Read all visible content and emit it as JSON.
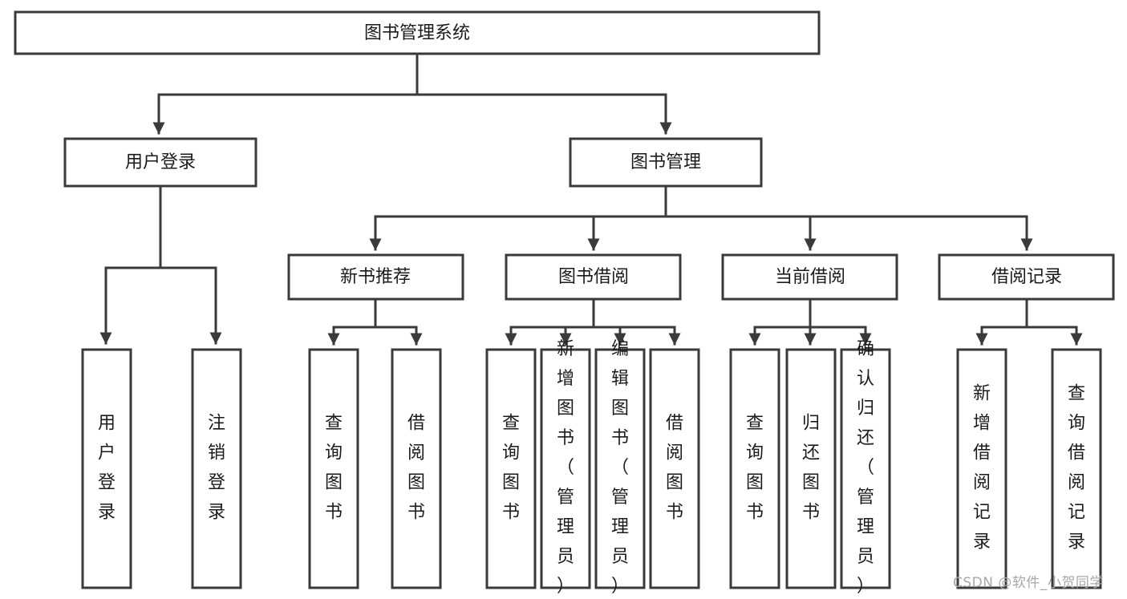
{
  "diagram": {
    "title": "图书管理系统",
    "type": "hierarchy-tree",
    "root": {
      "label": "图书管理系统"
    },
    "level2": [
      {
        "label": "用户登录"
      },
      {
        "label": "图书管理"
      }
    ],
    "level3": [
      {
        "label": "新书推荐"
      },
      {
        "label": "图书借阅"
      },
      {
        "label": "当前借阅"
      },
      {
        "label": "借阅记录"
      }
    ],
    "leaves": {
      "user_login": [
        {
          "label": "用户登录"
        },
        {
          "label": "注销登录"
        }
      ],
      "new_book_recommend": [
        {
          "label": "查询图书"
        },
        {
          "label": "借阅图书"
        }
      ],
      "book_borrow": [
        {
          "label": "查询图书"
        },
        {
          "label": "新增图书（管理员）"
        },
        {
          "label": "编辑图书（管理员）"
        },
        {
          "label": "借阅图书"
        }
      ],
      "current_borrow": [
        {
          "label": "查询图书"
        },
        {
          "label": "归还图书"
        },
        {
          "label": "确认归还（管理员）"
        }
      ],
      "borrow_record": [
        {
          "label": "新增借阅记录"
        },
        {
          "label": "查询借阅记录"
        }
      ]
    }
  },
  "watermark": {
    "text": "CSDN @软件_小贺同学"
  },
  "colors": {
    "stroke": "#3a3a3a",
    "fill": "#ffffff",
    "text": "#1b1b1b",
    "watermark": "#a8a8a8",
    "background": "#ffffff"
  }
}
